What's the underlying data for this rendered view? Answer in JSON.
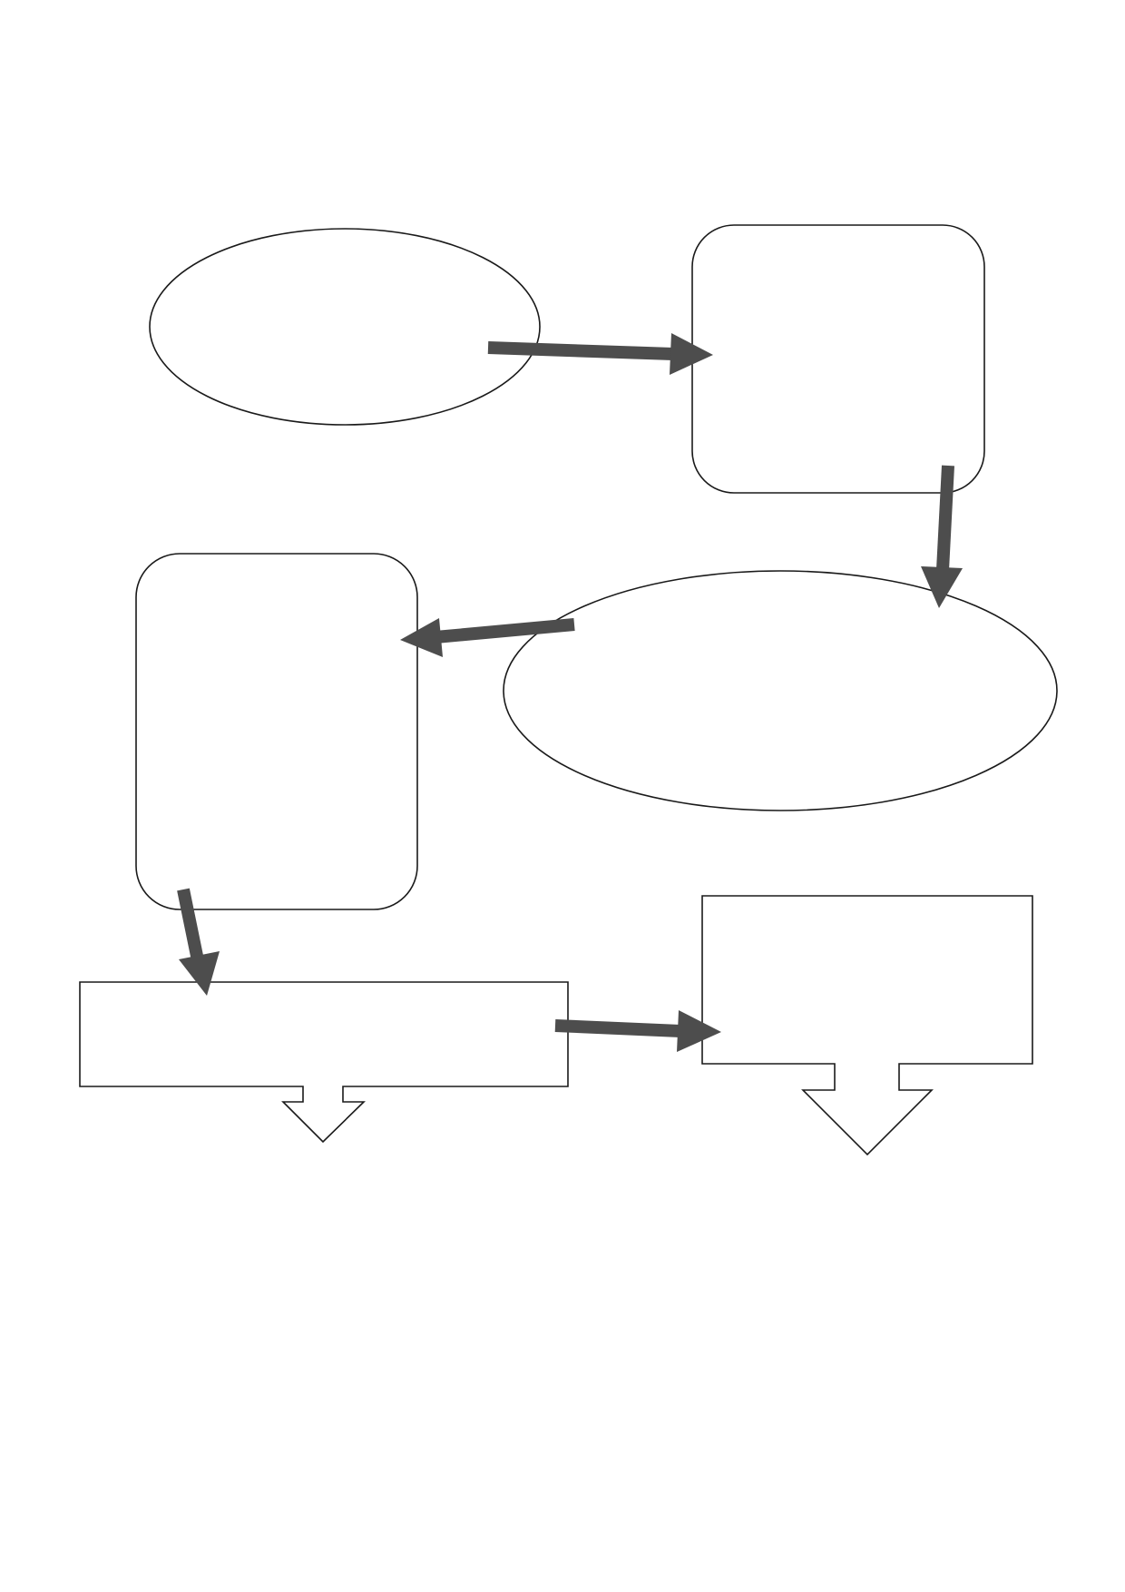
{
  "diagram": {
    "type": "flowchart",
    "nodes": [
      {
        "id": "node-1",
        "shape": "ellipse",
        "label": ""
      },
      {
        "id": "node-2",
        "shape": "rounded-rectangle",
        "label": ""
      },
      {
        "id": "node-3",
        "shape": "ellipse",
        "label": ""
      },
      {
        "id": "node-4",
        "shape": "rounded-rectangle",
        "label": ""
      },
      {
        "id": "node-5",
        "shape": "down-arrow-callout",
        "label": ""
      },
      {
        "id": "node-6",
        "shape": "down-arrow-callout",
        "label": ""
      }
    ],
    "edges": [
      {
        "from": "node-1",
        "to": "node-2"
      },
      {
        "from": "node-2",
        "to": "node-3"
      },
      {
        "from": "node-3",
        "to": "node-4"
      },
      {
        "from": "node-4",
        "to": "node-5"
      },
      {
        "from": "node-5",
        "to": "node-6"
      }
    ],
    "colors": {
      "shape_stroke": "#1a1a1a",
      "shape_fill": "#ffffff",
      "arrow": "#4d4d4d"
    }
  }
}
